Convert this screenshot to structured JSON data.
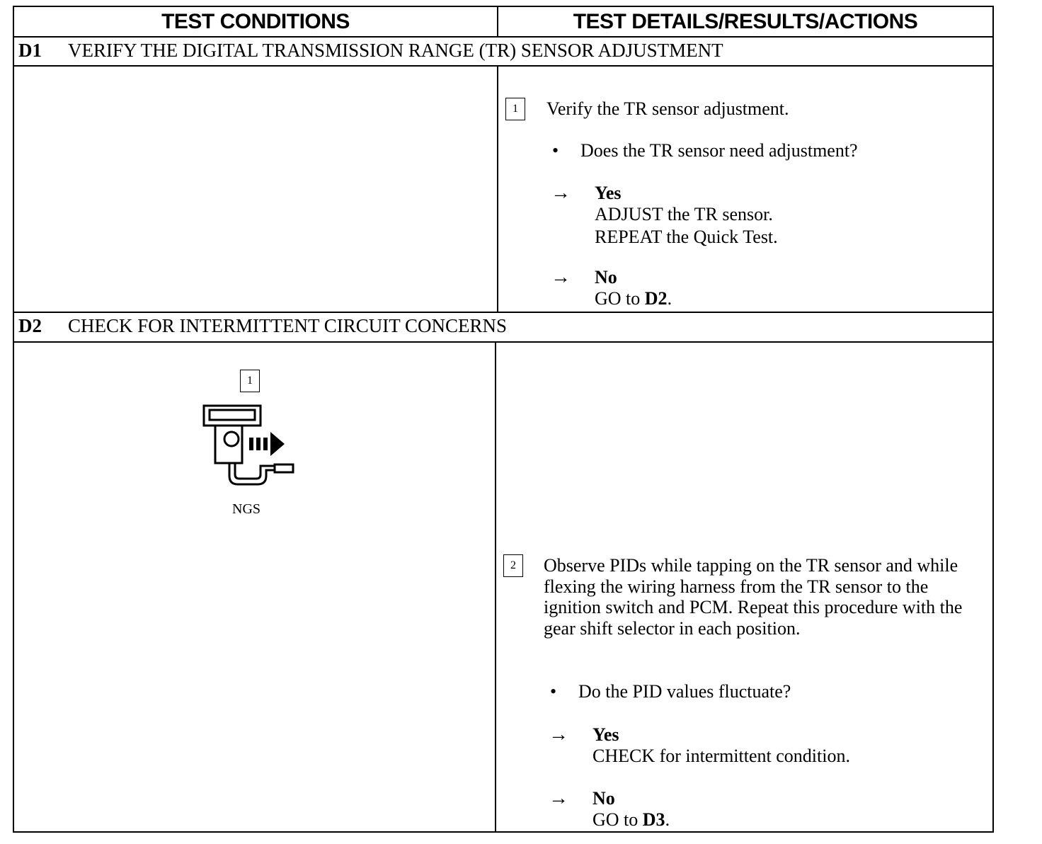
{
  "header": {
    "left": "TEST CONDITIONS",
    "right": "TEST DETAILS/RESULTS/ACTIONS"
  },
  "d1": {
    "id": "D1",
    "title": "VERIFY THE DIGITAL TRANSMISSION RANGE (TR) SENSOR ADJUSTMENT",
    "step_num": "1",
    "step_text": "Verify the TR sensor adjustment.",
    "question": "Does the TR sensor need adjustment?",
    "yes_label": "Yes",
    "yes_line1": "ADJUST the TR sensor.",
    "yes_line2": "REPEAT the Quick Test.",
    "no_label": "No",
    "no_prefix": "GO to",
    "no_target": "D2",
    "no_suffix": "."
  },
  "d2": {
    "id": "D2",
    "title": "CHECK FOR INTERMITTENT CIRCUIT CONCERNS",
    "cond_step_num": "1",
    "tool_label": "NGS",
    "step_num": "2",
    "step_text": "Observe PIDs while tapping on the TR sensor and while flexing the wiring harness from the TR sensor to the ignition switch and PCM. Repeat this procedure with the gear shift selector in each position.",
    "question": "Do the PID values fluctuate?",
    "yes_label": "Yes",
    "yes_line1": "CHECK for intermittent condition.",
    "no_label": "No",
    "no_prefix": "GO to",
    "no_target": "D3",
    "no_suffix": "."
  },
  "glyphs": {
    "arrow": "→",
    "bullet": "•"
  }
}
